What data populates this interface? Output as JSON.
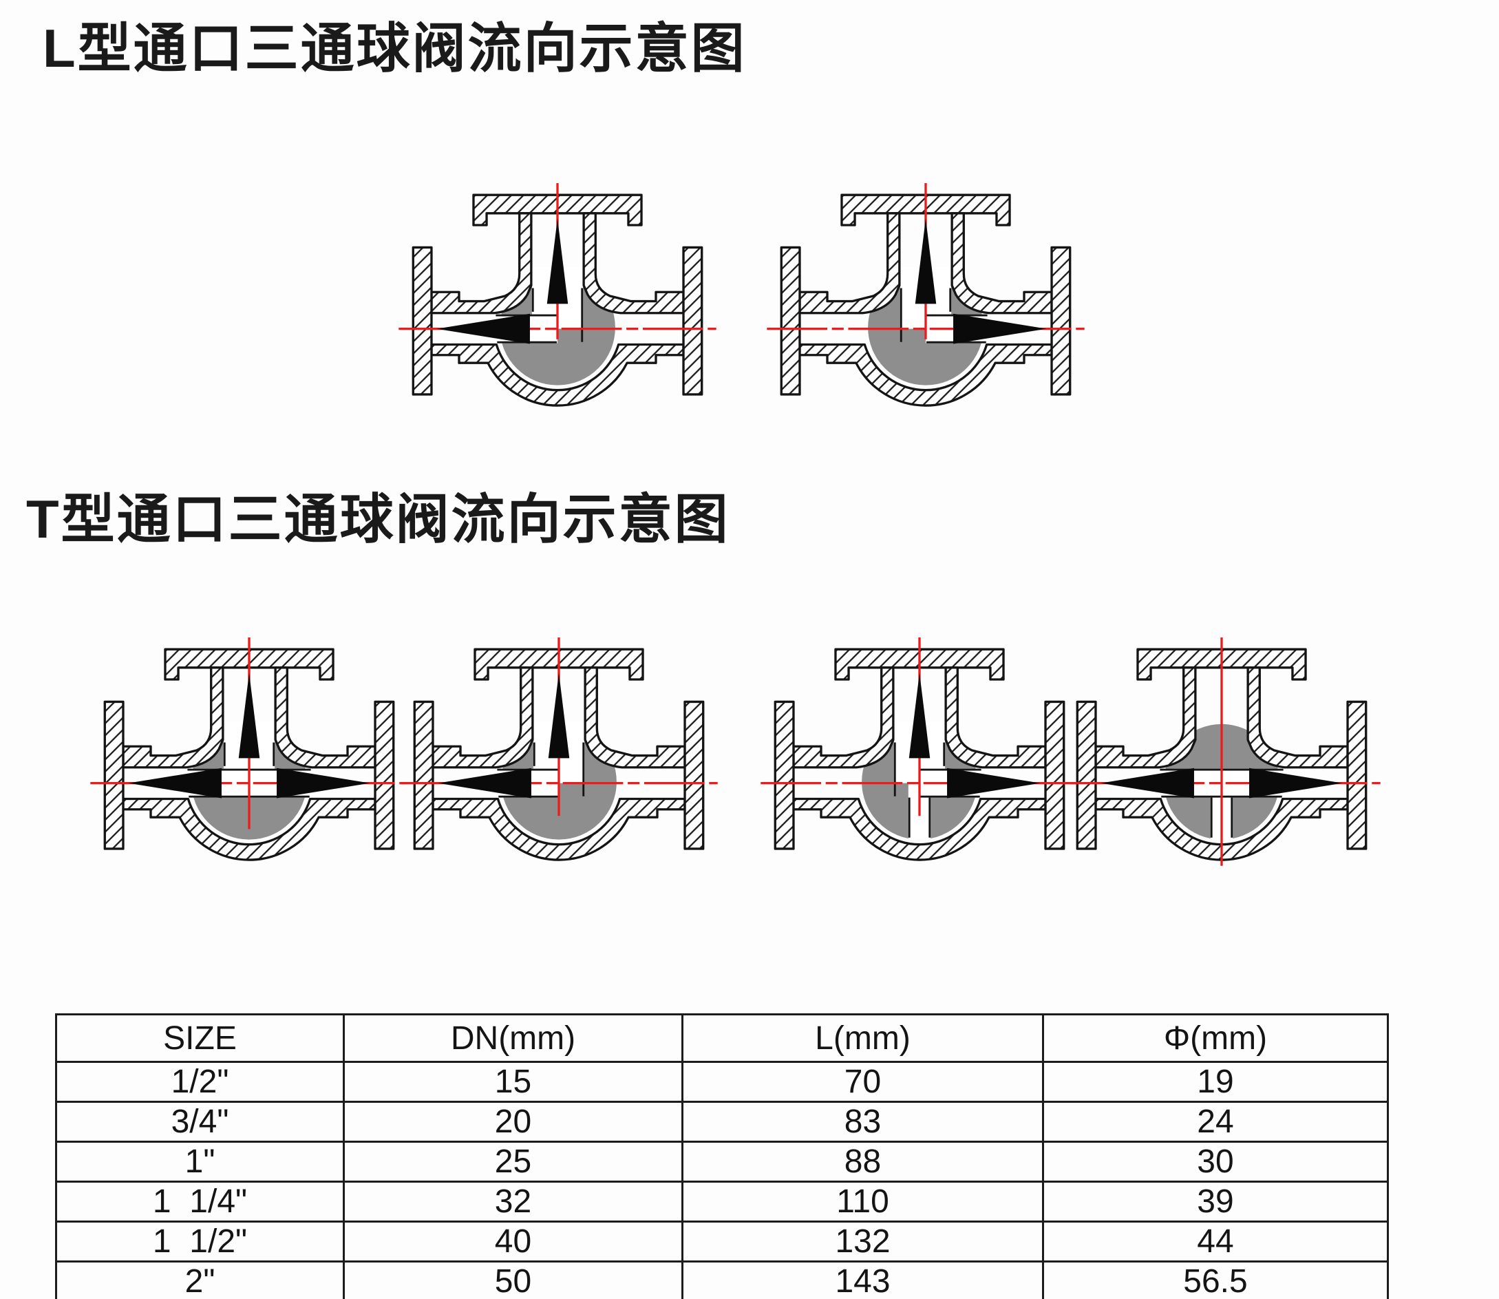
{
  "titles": {
    "l_type": "L型通口三通球阀流向示意图",
    "t_type": "T型通口三通球阀流向示意图"
  },
  "colors": {
    "centerline_red": "#ea1c1c",
    "ball_gray": "#8e8e8e",
    "line_black": "#141414"
  },
  "diagrams": {
    "l_row": [
      {
        "label": "L-port valve, flow left-and-up, right port blocked",
        "arrows": {
          "up": true,
          "left": true,
          "right": false
        },
        "cuts": {
          "up": true,
          "left": true,
          "right": false
        },
        "bottom_slot": false,
        "vline_end": 226
      },
      {
        "label": "L-port valve, flow right-and-up, left port blocked",
        "arrows": {
          "up": false,
          "left": false,
          "right": true
        },
        "cuts": {
          "up": true,
          "left": false,
          "right": true
        },
        "up_arrow": true,
        "bottom_slot": false,
        "vline_end": 226
      }
    ],
    "t_row": [
      {
        "label": "T-port valve, all three ports open",
        "arrows": {
          "up": true,
          "left": true,
          "right": true
        },
        "cuts": {
          "up": true,
          "left": true,
          "right": true
        },
        "bottom_slot": false,
        "vline_end": 280
      },
      {
        "label": "T-port valve, flow left-and-up, right port blocked",
        "arrows": {
          "up": true,
          "left": true,
          "right": false
        },
        "cuts": {
          "up": true,
          "left": true,
          "right": false
        },
        "bottom_slot": false,
        "vline_end": 260
      },
      {
        "label": "T-port valve, flow right-and-up, left port blocked",
        "arrows": {
          "up": true,
          "left": false,
          "right": true
        },
        "cuts": {
          "up": true,
          "left": false,
          "right": true
        },
        "bottom_slot": true,
        "vline_end": 260
      },
      {
        "label": "T-port valve, straight-through flow, top port blocked",
        "arrows": {
          "up": false,
          "left": true,
          "right": true
        },
        "cuts": {
          "up": false,
          "left": true,
          "right": true
        },
        "bottom_slot": true,
        "vline_end": 336
      }
    ]
  },
  "table": {
    "headers": [
      "SIZE",
      "DN(mm)",
      "L(mm)",
      "Φ(mm)"
    ],
    "rows": [
      [
        "1/2\"",
        "15",
        "70",
        "19"
      ],
      [
        "3/4\"",
        "20",
        "83",
        "24"
      ],
      [
        "1\"",
        "25",
        "88",
        "30"
      ],
      [
        "1  1/4\"",
        "32",
        "110",
        "39"
      ],
      [
        "1  1/2\"",
        "40",
        "132",
        "44"
      ],
      [
        "2\"",
        "50",
        "143",
        "56.5"
      ]
    ]
  }
}
